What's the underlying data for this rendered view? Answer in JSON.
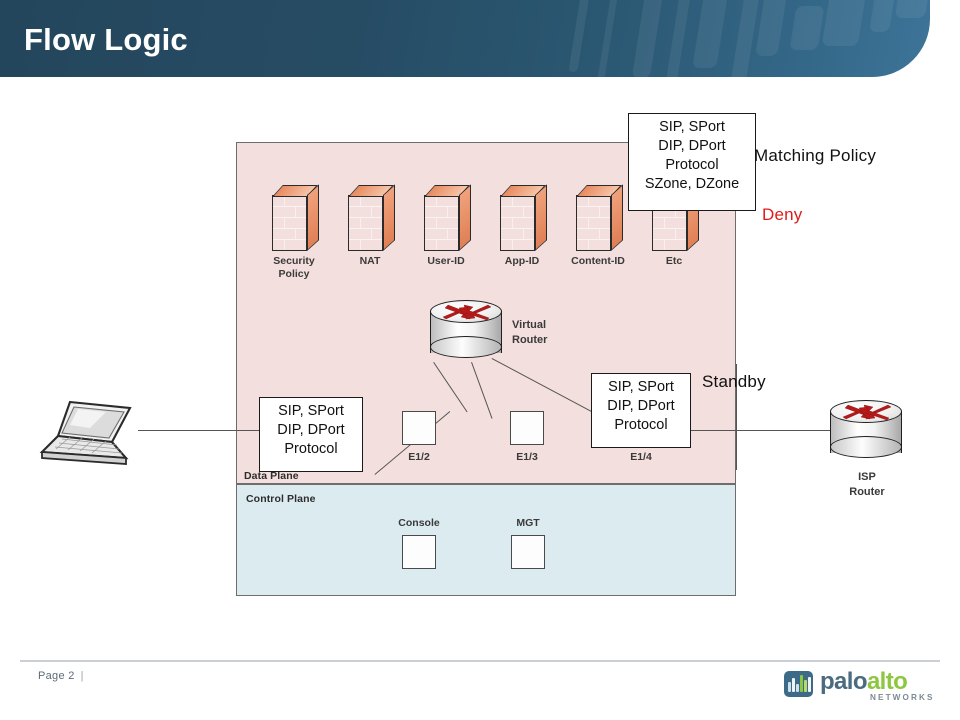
{
  "slide": {
    "title": "Flow Logic",
    "page_label": "Page 2",
    "page_separator": "|"
  },
  "logo": {
    "word_first": "palo",
    "word_second": "alto",
    "subtitle": "NETWORKS",
    "mark_color": "#3d6a86",
    "green": "#8dc63f",
    "blue": "#4a6b80"
  },
  "diagram": {
    "data_plane_label": "Data Plane",
    "control_plane_label": "Control Plane",
    "data_plane_color": "#f3dfdd",
    "control_plane_color": "#dcebf0",
    "firewalls": [
      {
        "label": "Security\nPolicy",
        "line1": "Security",
        "line2": "Policy"
      },
      {
        "label": "NAT",
        "line1": "NAT",
        "line2": ""
      },
      {
        "label": "User-ID",
        "line1": "User-ID",
        "line2": ""
      },
      {
        "label": "App-ID",
        "line1": "App-ID",
        "line2": ""
      },
      {
        "label": "Content-ID",
        "line1": "Content-ID",
        "line2": ""
      },
      {
        "label": "Etc",
        "line1": "Etc",
        "line2": ""
      }
    ],
    "virtual_router": {
      "line1": "Virtual",
      "line2": "Router"
    },
    "isp_router": {
      "line1": "ISP",
      "line2": "Router"
    },
    "data_ports": [
      {
        "label": "E1/2"
      },
      {
        "label": "E1/3"
      },
      {
        "label": "E1/4"
      }
    ],
    "control_ports": [
      {
        "label": "Console"
      },
      {
        "label": "MGT"
      }
    ]
  },
  "callouts": {
    "ingress": {
      "lines": [
        "SIP, SPort",
        "DIP, DPort",
        "Protocol"
      ]
    },
    "policy_match": {
      "lines": [
        "SIP, SPort",
        "DIP, DPort",
        "Protocol",
        "SZone, DZone"
      ]
    },
    "egress": {
      "lines": [
        "SIP, SPort",
        "DIP, DPort",
        "Protocol"
      ]
    }
  },
  "annotations": {
    "matching_policy": "Matching  Policy",
    "deny": "Deny",
    "deny_color": "#e01b1b",
    "standby": "Standby"
  }
}
